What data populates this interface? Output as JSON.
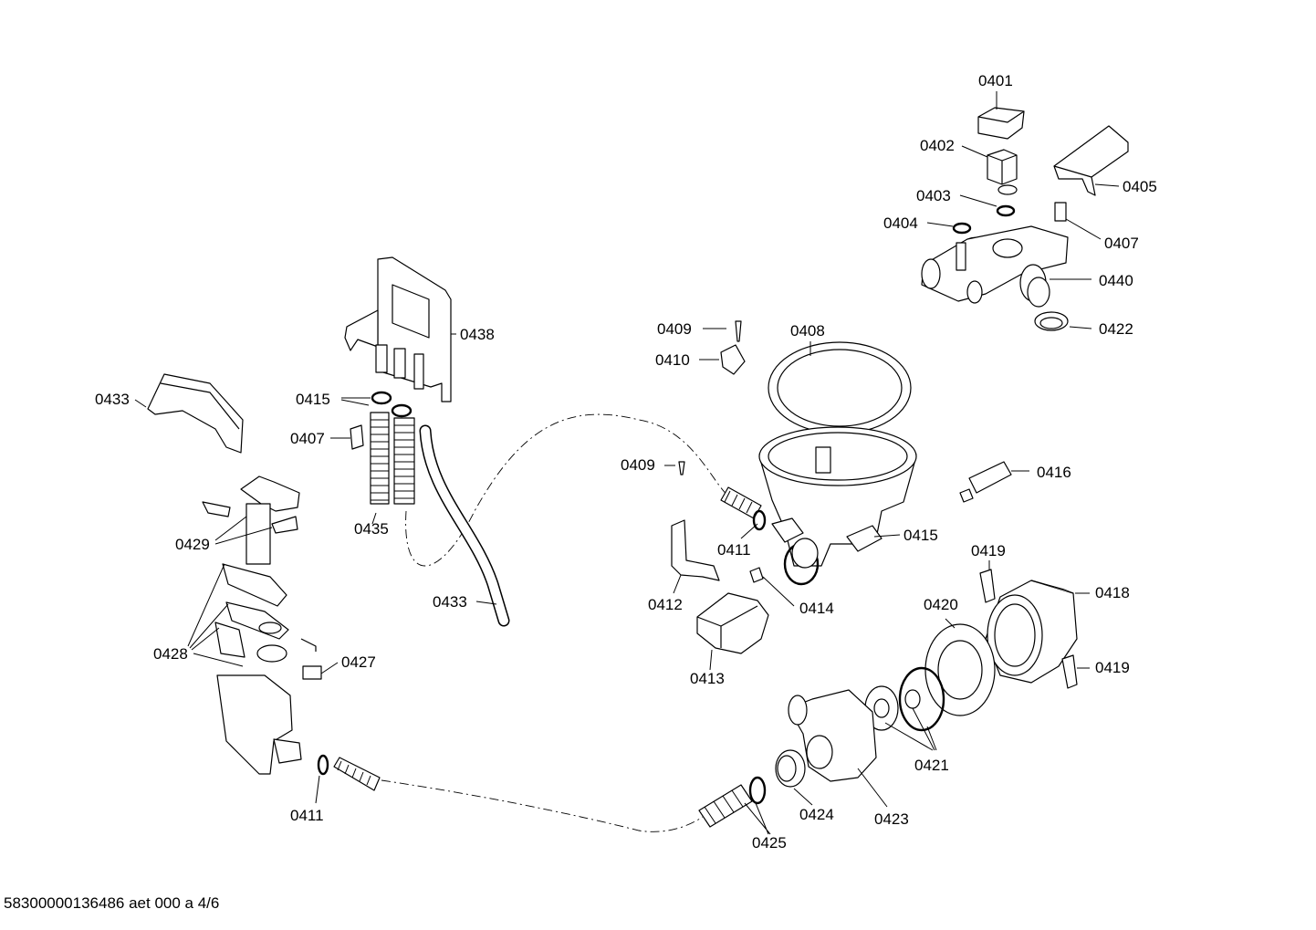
{
  "labels": {
    "p0401": "0401",
    "p0402": "0402",
    "p0403": "0403",
    "p0404": "0404",
    "p0405": "0405",
    "p0407a": "0407",
    "p0440": "0440",
    "p0422": "0422",
    "p0438": "0438",
    "p0409a": "0409",
    "p0410": "0410",
    "p0408": "0408",
    "p0433a": "0433",
    "p0415a": "0415",
    "p0407b": "0407",
    "p0409b": "0409",
    "p0416": "0416",
    "p0435": "0435",
    "p0429": "0429",
    "p0411a": "0411",
    "p0415b": "0415",
    "p0419a": "0419",
    "p0433b": "0433",
    "p0412": "0412",
    "p0414": "0414",
    "p0420": "0420",
    "p0418": "0418",
    "p0428": "0428",
    "p0427": "0427",
    "p0413": "0413",
    "p0419b": "0419",
    "p0421": "0421",
    "p0411b": "0411",
    "p0424": "0424",
    "p0423": "0423",
    "p0425": "0425"
  },
  "footer": "58300000136486 aet 000 a 4/6"
}
